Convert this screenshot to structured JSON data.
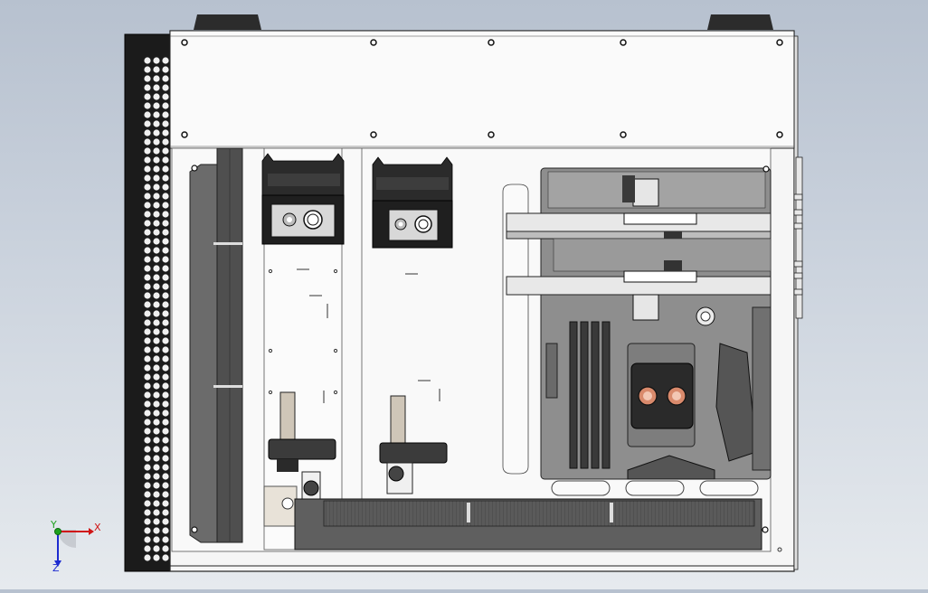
{
  "viewport": {
    "background_top": "#b7c1cf",
    "background_bottom": "#e6eaee"
  },
  "model": {
    "description_colors": {
      "case_steel": "#f4f4f4",
      "mesh_panel": "#1a1a1a",
      "radiator": "#5c5c5c",
      "pcb": "#8c8c8c",
      "copper": "#d98a6c",
      "edge": "#222222"
    }
  },
  "triad": {
    "x_label": "X",
    "y_label": "Y",
    "z_label": "Z",
    "x_color": "#d01515",
    "y_color": "#1ea11e",
    "z_color": "#1d2bd0"
  }
}
